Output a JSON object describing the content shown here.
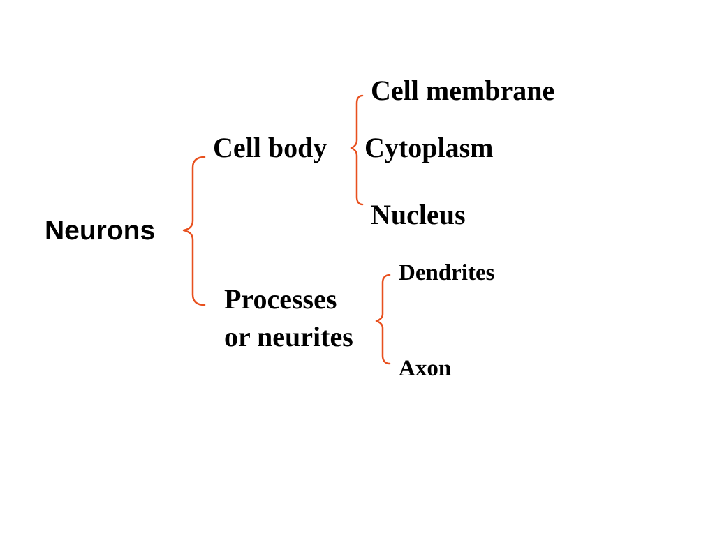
{
  "diagram": {
    "root": "Neurons",
    "cell_body": {
      "label": "Cell body",
      "parts": [
        "Cell membrane",
        "Cytoplasm",
        "Nucleus"
      ]
    },
    "processes": {
      "label_line1": "Processes",
      "label_line2": "or neurites",
      "parts": [
        "Dendrites",
        "Axon"
      ]
    }
  },
  "colors": {
    "brace": "#e8501e",
    "text": "#000000",
    "background": "#ffffff"
  }
}
